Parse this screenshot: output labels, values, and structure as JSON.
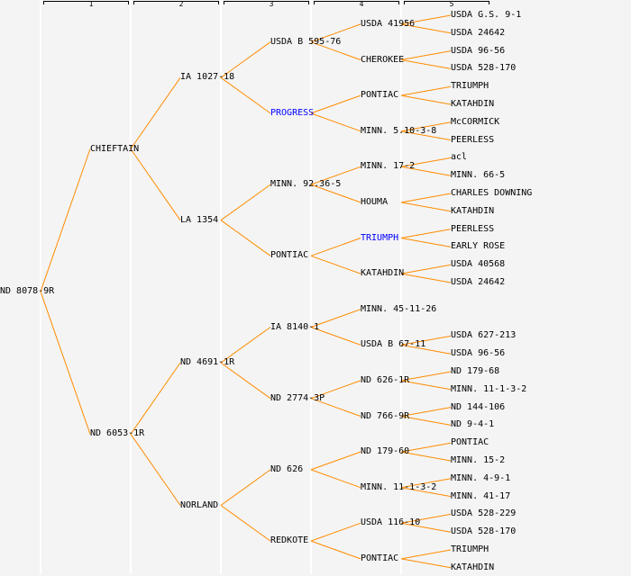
{
  "colors": {
    "line": "#ff8c00",
    "highlight": "#0000ff",
    "text": "#000000",
    "background": "#f4f4f4"
  },
  "generations": [
    "1",
    "2",
    "3",
    "4",
    "5"
  ],
  "tree": {
    "name": "ND 8078-9R",
    "children": [
      {
        "name": "CHIEFTAIN",
        "children": [
          {
            "name": "IA 1027-18",
            "children": [
              {
                "name": "USDA B 595-76",
                "children": [
                  {
                    "name": "USDA 41956",
                    "children": [
                      {
                        "name": "USDA G.S. 9-1"
                      },
                      {
                        "name": "USDA 24642"
                      }
                    ]
                  },
                  {
                    "name": "CHEROKEE",
                    "children": [
                      {
                        "name": "USDA 96-56"
                      },
                      {
                        "name": "USDA 528-170"
                      }
                    ]
                  }
                ]
              },
              {
                "name": "PROGRESS",
                "highlight": true,
                "children": [
                  {
                    "name": "PONTIAC",
                    "children": [
                      {
                        "name": "TRIUMPH"
                      },
                      {
                        "name": "KATAHDIN"
                      }
                    ]
                  },
                  {
                    "name": "MINN. 5.10-3-8",
                    "children": [
                      {
                        "name": "McCORMICK"
                      },
                      {
                        "name": "PEERLESS"
                      }
                    ]
                  }
                ]
              }
            ]
          },
          {
            "name": "LA 1354",
            "children": [
              {
                "name": "MINN. 92.36-5",
                "children": [
                  {
                    "name": "MINN. 17-2",
                    "children": [
                      {
                        "name": "acl"
                      },
                      {
                        "name": "MINN. 66-5"
                      }
                    ]
                  },
                  {
                    "name": "HOUMA",
                    "children": [
                      {
                        "name": "CHARLES DOWNING"
                      },
                      {
                        "name": "KATAHDIN"
                      }
                    ]
                  }
                ]
              },
              {
                "name": "PONTIAC",
                "children": [
                  {
                    "name": "TRIUMPH",
                    "highlight": true,
                    "children": [
                      {
                        "name": "PEERLESS"
                      },
                      {
                        "name": "EARLY ROSE"
                      }
                    ]
                  },
                  {
                    "name": "KATAHDIN",
                    "children": [
                      {
                        "name": "USDA 40568"
                      },
                      {
                        "name": "USDA 24642"
                      }
                    ]
                  }
                ]
              }
            ]
          }
        ]
      },
      {
        "name": "ND 6053-1R",
        "children": [
          {
            "name": "ND 4691-1R",
            "children": [
              {
                "name": "IA 8140-1",
                "children": [
                  {
                    "name": "MINN. 45-11-26"
                  },
                  {
                    "name": "USDA B 67-11",
                    "children": [
                      {
                        "name": "USDA 627-213"
                      },
                      {
                        "name": "USDA 96-56"
                      }
                    ]
                  }
                ]
              },
              {
                "name": "ND 2774-3P",
                "children": [
                  {
                    "name": "ND 626-1R",
                    "children": [
                      {
                        "name": "ND 179-68"
                      },
                      {
                        "name": "MINN. 11-1-3-2"
                      }
                    ]
                  },
                  {
                    "name": "ND 766-9R",
                    "children": [
                      {
                        "name": "ND 144-106"
                      },
                      {
                        "name": "ND 9-4-1"
                      }
                    ]
                  }
                ]
              }
            ]
          },
          {
            "name": "NORLAND",
            "children": [
              {
                "name": "ND 626",
                "children": [
                  {
                    "name": "ND 179-60",
                    "children": [
                      {
                        "name": "PONTIAC"
                      },
                      {
                        "name": "MINN. 15-2"
                      }
                    ]
                  },
                  {
                    "name": "MINN. 11-1-3-2",
                    "children": [
                      {
                        "name": "MINN. 4-9-1"
                      },
                      {
                        "name": "MINN. 41-17"
                      }
                    ]
                  }
                ]
              },
              {
                "name": "REDKOTE",
                "children": [
                  {
                    "name": "USDA 116-10",
                    "children": [
                      {
                        "name": "USDA 528-229"
                      },
                      {
                        "name": "USDA 528-170"
                      }
                    ]
                  },
                  {
                    "name": "PONTIAC",
                    "children": [
                      {
                        "name": "TRIUMPH"
                      },
                      {
                        "name": "KATAHDIN"
                      }
                    ]
                  }
                ]
              }
            ]
          }
        ]
      }
    ]
  }
}
